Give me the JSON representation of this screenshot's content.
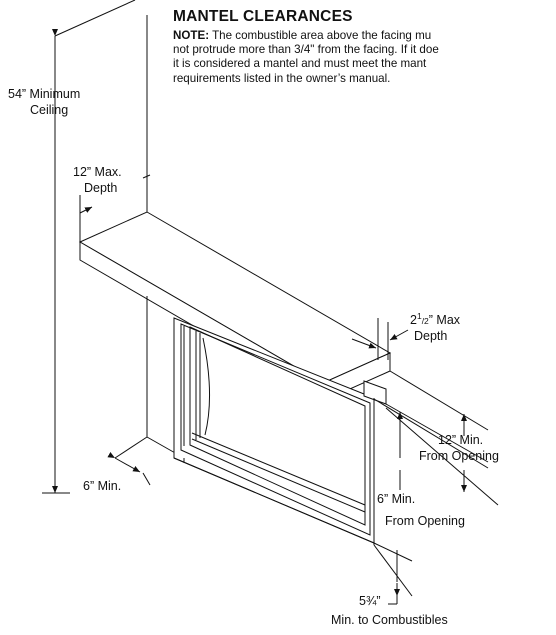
{
  "header": {
    "title": "MANTEL CLEARANCES",
    "note_label": "NOTE:",
    "note_lines": [
      " The combustible area above the facing mu",
      "not protrude more than 3/4\" from the facing. If it doe",
      "it is considered a mantel and must meet the mant",
      "requirements listed in the owner’s manual."
    ]
  },
  "labels": {
    "ceiling_1": "54” Minimum",
    "ceiling_2": "Ceiling",
    "max_depth_1": "12” Max.",
    "max_depth_2": "Depth",
    "side_min": "6” Min.",
    "trim_depth_pre": "2",
    "trim_depth_sup": "1",
    "trim_depth_sub": "/2",
    "trim_depth_post": "” Max",
    "trim_depth_2": "Depth",
    "open12_1": "12” Min.",
    "open12_2": "From Opening",
    "open6_1": "6” Min.",
    "open6_2": "From Opening",
    "floor_1": "5¾”",
    "floor_2": "Min. to Combustibles"
  },
  "colors": {
    "line": "#111111",
    "background": "#ffffff",
    "text": "#111111"
  }
}
